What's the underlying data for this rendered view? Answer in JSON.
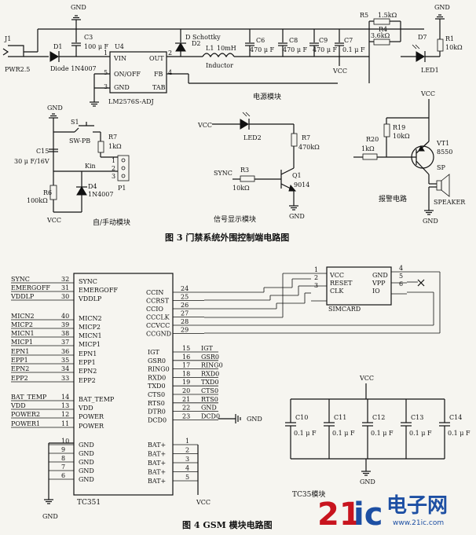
{
  "fig3": {
    "caption": "图 3   门禁系统外围控制端电路图",
    "module_power": "电源模块",
    "module_manual": "自/手动模块",
    "module_signal": "信号显示模块",
    "module_alarm": "报警电路",
    "labels": {
      "j1": "J1",
      "pwr": "PWR2.5",
      "gnd": "GND",
      "vcc": "VCC",
      "d1": "D1",
      "d1_part": "Diode 1N4007",
      "c3": "C3",
      "c3_val": "100 μ F",
      "u4": "U4",
      "vin": "VIN",
      "out": "OUT",
      "onoff": "ON/OFF",
      "fb": "FB",
      "gnd_pin": "GND",
      "tab": "TAB",
      "u4_part": "LM2576S-ADJ",
      "d2": "D Schottky",
      "d2_ref": "D2",
      "l1": "L1",
      "l1_val": "10mH",
      "inductor": "Inductor",
      "c6": "C6",
      "c6_val": "470 μ F",
      "c8": "C8",
      "c8_val": "470 μ F",
      "c9": "C9",
      "c9_val": "470 μ F",
      "c7": "C7",
      "c7_val": "0.1 μ F",
      "r5": "R5",
      "r5_val": "1.5kΩ",
      "r4": "R4",
      "r4_val": "3.6kΩ",
      "d7": "D7",
      "led1": "LED1",
      "r1": "R1",
      "r1_val": "10kΩ",
      "s1": "S1",
      "swpb": "SW-PB",
      "r7a": "R7",
      "r7a_val": "1kΩ",
      "c15": "C15",
      "c15_val": "30 μ F/16V",
      "kin": "Kin",
      "p1": "P1",
      "p1_pins": [
        "1",
        "2",
        "3"
      ],
      "r6": "R6",
      "r6_val": "100kΩ",
      "d4": "D4",
      "d4_part": "1N4007",
      "led2": "LED2",
      "r7b": "R7",
      "r7b_val": "470kΩ",
      "sync": "SYNC",
      "r3": "R3",
      "r3_val": "10kΩ",
      "q1": "Q1",
      "q1_part": "9014",
      "r19": "R19",
      "r19_val": "10kΩ",
      "r20": "R20",
      "r20_val": "1kΩ",
      "vt1": "VT1",
      "vt1_part": "8550",
      "sp": "SP",
      "speaker": "SPEAKER",
      "u4_pins": [
        "1",
        "2",
        "3",
        "4",
        "5"
      ]
    }
  },
  "fig4": {
    "caption": "图 4   GSM 模块电路图",
    "module_tc35": "TC35模块",
    "chip_name": "TC351",
    "sim_name": "SIMCARD",
    "left_nets": [
      {
        "net": "SYNC",
        "pin": "32",
        "func": "SYNC"
      },
      {
        "net": "EMERGOFF",
        "pin": "31",
        "func": "EMERGOFF"
      },
      {
        "net": "VDDLP",
        "pin": "30",
        "func": "VDDLP"
      },
      {
        "net": "MICN2",
        "pin": "40",
        "func": "MICN2"
      },
      {
        "net": "MICP2",
        "pin": "39",
        "func": "MICP2"
      },
      {
        "net": "MICN1",
        "pin": "38",
        "func": "MICN1"
      },
      {
        "net": "MICP1",
        "pin": "37",
        "func": "MICP1"
      },
      {
        "net": "EPN1",
        "pin": "36",
        "func": "EPN1"
      },
      {
        "net": "EPP1",
        "pin": "35",
        "func": "EPP1"
      },
      {
        "net": "EPN2",
        "pin": "34",
        "func": "EPN2"
      },
      {
        "net": "EPP2",
        "pin": "33",
        "func": "EPP2"
      },
      {
        "net": "BAT_TEMP",
        "pin": "14",
        "func": "BAT_TEMP"
      },
      {
        "net": "VDD",
        "pin": "13",
        "func": "VDD"
      },
      {
        "net": "POWER2",
        "pin": "12",
        "func": "POWER"
      },
      {
        "net": "POWER1",
        "pin": "11",
        "func": "POWER"
      }
    ],
    "gnd_pins": [
      "10",
      "9",
      "8",
      "7",
      "6"
    ],
    "gnd_func": "GND",
    "right_top": [
      {
        "func": "CCIN",
        "pin": "24"
      },
      {
        "func": "CCRST",
        "pin": "25"
      },
      {
        "func": "CCIO",
        "pin": "26"
      },
      {
        "func": "CCCLK",
        "pin": "27"
      },
      {
        "func": "CCVCC",
        "pin": "28"
      },
      {
        "func": "CCGND",
        "pin": "29"
      }
    ],
    "right_mid": [
      {
        "func": "IGT",
        "pin": "15",
        "net": "IGT"
      },
      {
        "func": "GSR0",
        "pin": "16",
        "net": "GSR0"
      },
      {
        "func": "RING0",
        "pin": "17",
        "net": "RING0"
      },
      {
        "func": "RXD0",
        "pin": "18",
        "net": "RXD0"
      },
      {
        "func": "TXD0",
        "pin": "19",
        "net": "TXD0"
      },
      {
        "func": "CTS0",
        "pin": "20",
        "net": "CTS0"
      },
      {
        "func": "RTS0",
        "pin": "21",
        "net": "RTS0"
      },
      {
        "func": "DTR0",
        "pin": "22",
        "net": "GND"
      },
      {
        "func": "DCD0",
        "pin": "23",
        "net": "DCD0"
      }
    ],
    "right_bat": [
      {
        "func": "BAT+",
        "pin": "1"
      },
      {
        "func": "BAT+",
        "pin": "2"
      },
      {
        "func": "BAT+",
        "pin": "3"
      },
      {
        "func": "BAT+",
        "pin": "4"
      },
      {
        "func": "BAT+",
        "pin": "5"
      }
    ],
    "sim_left": [
      {
        "pin": "1",
        "func": "VCC"
      },
      {
        "pin": "2",
        "func": "RESET"
      },
      {
        "pin": "3",
        "func": "CLK"
      }
    ],
    "sim_right": [
      {
        "pin": "4",
        "func": "GND"
      },
      {
        "pin": "5",
        "func": "VPP"
      },
      {
        "pin": "6",
        "func": "IO"
      }
    ],
    "caps": [
      {
        "ref": "C10",
        "val": "0.1 μ F"
      },
      {
        "ref": "C11",
        "val": "0.1 μ F"
      },
      {
        "ref": "C12",
        "val": "0.1 μ F"
      },
      {
        "ref": "C13",
        "val": "0.1 μ F"
      },
      {
        "ref": "C14",
        "val": "0.1 μ F"
      }
    ],
    "vcc": "VCC",
    "gnd": "GND",
    "gnd_net": "GND"
  },
  "watermark": {
    "num": "21",
    "ic": "ic",
    "cn": "电子网",
    "url": "www.21ic.com"
  }
}
